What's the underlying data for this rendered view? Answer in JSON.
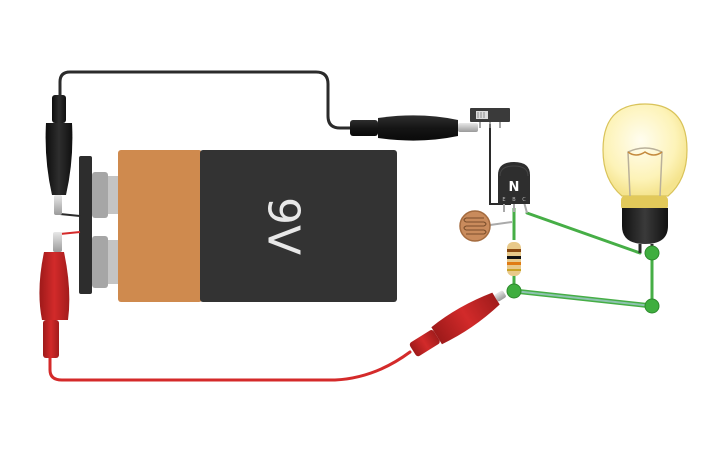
{
  "circuit": {
    "battery": {
      "voltage_label": "9V"
    },
    "transistor": {
      "type_label": "N",
      "pins": [
        "E",
        "B",
        "C"
      ]
    },
    "components": [
      "battery-9v",
      "slide-switch",
      "npn-transistor",
      "photoresistor",
      "resistor",
      "light-bulb",
      "alligator-clip-black",
      "alligator-clip-red"
    ],
    "wire_colors": {
      "negative": "#2b2b2b",
      "positive": "#d42a2a",
      "link": "#46ae46",
      "link_alt": "#8ec3b0"
    }
  }
}
